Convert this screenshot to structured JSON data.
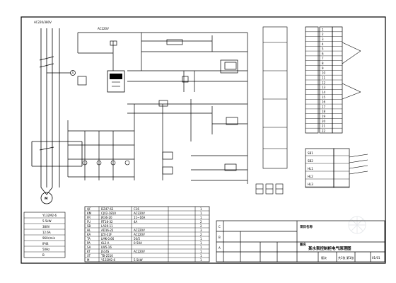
{
  "incoming_supply": "AC220/380V",
  "control_voltage": "AC220V",
  "motor_legend": [
    {
      "label": "",
      "value": "Y132M2-6"
    },
    {
      "label": "",
      "value": "5.5kW"
    },
    {
      "label": "",
      "value": "380V"
    },
    {
      "label": "",
      "value": "12.6A"
    },
    {
      "label": "",
      "value": "960r/min"
    },
    {
      "label": "",
      "value": "IP44"
    },
    {
      "label": "",
      "value": "50Hz"
    },
    {
      "label": "",
      "value": "B"
    }
  ],
  "parts_rows": [
    {
      "code": "QF",
      "model": "DZ47-63",
      "spec": "C16",
      "qty": "1"
    },
    {
      "code": "KM",
      "model": "CJX2-1810",
      "spec": "AC220V",
      "qty": "1"
    },
    {
      "code": "FR",
      "model": "JR36-20",
      "spec": "11~16A",
      "qty": "1"
    },
    {
      "code": "FU",
      "model": "RT18-32",
      "spec": "4A",
      "qty": "2"
    },
    {
      "code": "SB",
      "model": "LA39-11",
      "spec": "",
      "qty": "2"
    },
    {
      "code": "HL",
      "model": "AD16-22",
      "spec": "AC220V",
      "qty": "3"
    },
    {
      "code": "KA",
      "model": "JZX-22F",
      "spec": "AC220V",
      "qty": "2"
    },
    {
      "code": "TA",
      "model": "LMK-0.66",
      "spec": "50/5",
      "qty": "1"
    },
    {
      "code": "PA",
      "model": "6L2-A",
      "spec": "0-50A",
      "qty": "1"
    },
    {
      "code": "SA",
      "model": "LW5-16",
      "spec": "",
      "qty": "1"
    },
    {
      "code": "KT",
      "model": "JS14S",
      "spec": "AC220V",
      "qty": "1"
    },
    {
      "code": "XT",
      "model": "TB-2510",
      "spec": "",
      "qty": "1"
    },
    {
      "code": "M",
      "model": "Y132M2-6",
      "spec": "5.5kW",
      "qty": "1"
    }
  ],
  "terminal_labels": [
    "1",
    "2",
    "3",
    "4",
    "5",
    "6",
    "7",
    "8",
    "9",
    "10",
    "11",
    "12",
    "13",
    "14",
    "15",
    "16",
    "17",
    "18",
    "19",
    "20",
    "21",
    "22"
  ],
  "remote_panel_labels": [
    "SB1",
    "SB2",
    "HL1",
    "HL2",
    "HL3"
  ],
  "title_block": {
    "row_letters": [
      "C",
      "B",
      "A"
    ],
    "project_label": "项目名称",
    "drawing_label": "图名",
    "drawing_name": "某水泵控制柜电气原理图",
    "revision_label": "版次",
    "sheet_label": "共1张 第1张",
    "sheet_ratio": "01/01"
  },
  "colors": {
    "line": "#000000",
    "background": "#ffffff"
  }
}
